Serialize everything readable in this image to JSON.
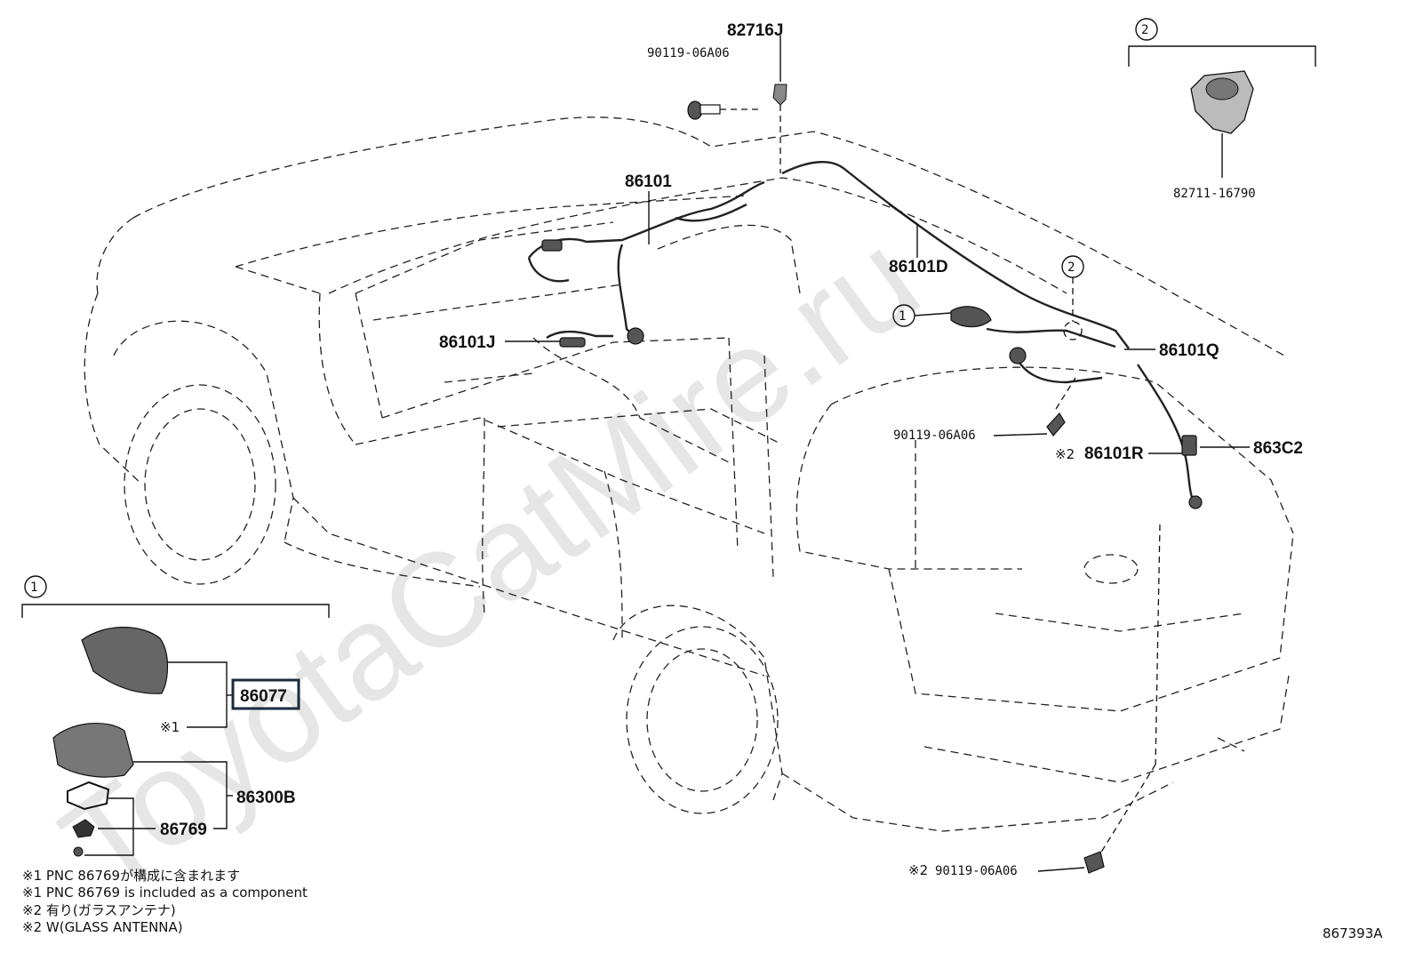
{
  "watermark": "ToyotaCatMire.ru",
  "diagram_code": "867393A",
  "groups": {
    "g1": "1",
    "g2": "2"
  },
  "parts": {
    "p82716J": "82716J",
    "p90119_top": "90119-06A06",
    "p82711": "82711-16790",
    "p86101": "86101",
    "p86101D": "86101D",
    "p86101J": "86101J",
    "p86101Q": "86101Q",
    "p90119_mid": "90119-06A06",
    "p86101R": "86101R",
    "p86101R_mark": "※2",
    "p863C2": "863C2",
    "p90119_bot": "90119-06A06",
    "p90119_bot_mark": "※2",
    "p86077": "86077",
    "p86077_mark": "※1",
    "p86300B": "86300B",
    "p86769": "86769"
  },
  "notes": [
    "※1 PNC 86769が構成に含まれます",
    "※1 PNC 86769 is included as a component",
    "※2 有り(ガラスアンテナ)",
    "※2 W(GLASS ANTENNA)"
  ]
}
